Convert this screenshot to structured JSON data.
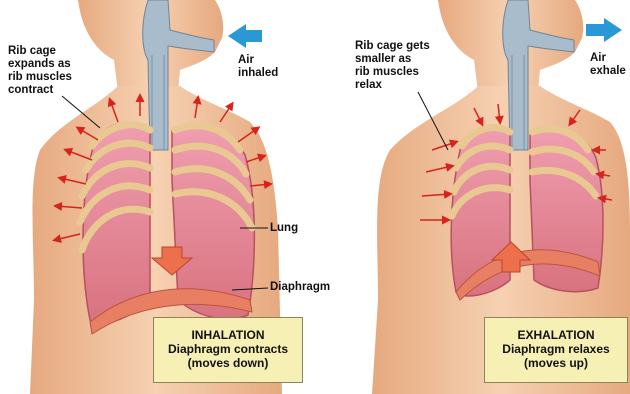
{
  "inhalation": {
    "rib_label": [
      "Rib cage",
      "expands as",
      "rib muscles",
      "contract"
    ],
    "air_label": [
      "Air",
      "inhaled"
    ],
    "lung_label": "Lung",
    "diaphragm_label": "Diaphragm",
    "box": [
      "INHALATION",
      "Diaphragm contracts",
      "(moves down)"
    ]
  },
  "exhalation": {
    "rib_label": [
      "Rib cage gets",
      "smaller as",
      "rib muscles",
      "relax"
    ],
    "air_label": [
      "Air",
      "exhale"
    ],
    "box": [
      "EXHALATION",
      "Diaphragm relaxes",
      "(moves up)"
    ]
  },
  "colors": {
    "skin": "#f2c39d",
    "lung": "#e79aa5",
    "rib": "#f4dcae",
    "arrow_red": "#d8231c",
    "air_arrow": "#2a98d4",
    "box_fill": "#f6f0b4"
  }
}
